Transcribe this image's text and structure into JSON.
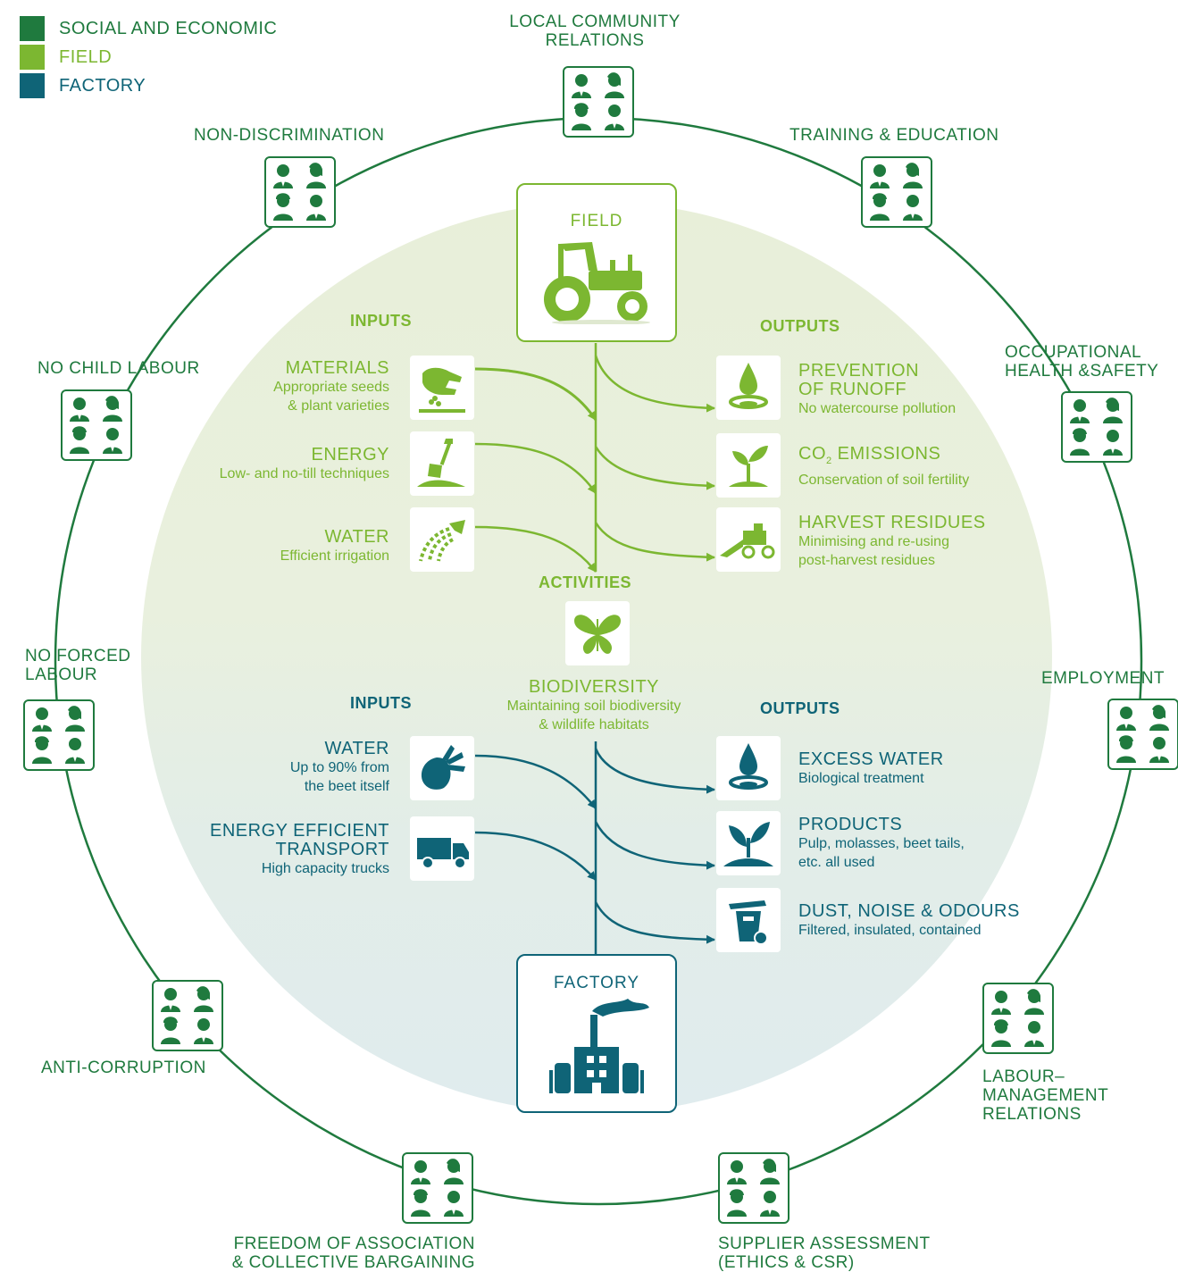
{
  "legend": [
    {
      "label": "SOCIAL AND ECONOMIC",
      "color": "#1f7a3e"
    },
    {
      "label": "FIELD",
      "color": "#7cb731"
    },
    {
      "label": "FACTORY",
      "color": "#0f6477"
    }
  ],
  "social_ring": {
    "icon": "people-group-icon",
    "items": [
      {
        "lines": [
          "LOCAL COMMUNITY",
          "RELATIONS"
        ]
      },
      {
        "lines": [
          "TRAINING & EDUCATION"
        ]
      },
      {
        "lines": [
          "OCCUPATIONAL",
          "HEALTH &SAFETY"
        ]
      },
      {
        "lines": [
          "EMPLOYMENT"
        ]
      },
      {
        "lines": [
          "LABOUR–",
          "MANAGEMENT",
          "RELATIONS"
        ]
      },
      {
        "lines": [
          "SUPPLIER ASSESSMENT",
          "(ETHICS & CSR)"
        ]
      },
      {
        "lines": [
          "FREEDOM OF ASSOCIATION",
          "& COLLECTIVE BARGAINING"
        ]
      },
      {
        "lines": [
          "ANTI-CORRUPTION"
        ]
      },
      {
        "lines": [
          "NO FORCED",
          "LABOUR"
        ]
      },
      {
        "lines": [
          "NO CHILD LABOUR"
        ]
      },
      {
        "lines": [
          "NON-DISCRIMINATION"
        ]
      }
    ]
  },
  "field": {
    "hub_title": "FIELD",
    "hub_icon": "tractor-icon",
    "inputs_heading": "INPUTS",
    "outputs_heading": "OUTPUTS",
    "inputs": [
      {
        "title": "MATERIALS",
        "sub": [
          "Appropriate seeds",
          "& plant varieties"
        ],
        "icon": "hand-seeds-icon"
      },
      {
        "title": "ENERGY",
        "sub": [
          "Low- and no-till techniques"
        ],
        "icon": "shovel-icon"
      },
      {
        "title": "WATER",
        "sub": [
          "Efficient irrigation"
        ],
        "icon": "irrigation-icon"
      }
    ],
    "outputs": [
      {
        "title": [
          "PREVENTION",
          "OF RUNOFF"
        ],
        "sub": [
          "No watercourse pollution"
        ],
        "icon": "water-drop-icon"
      },
      {
        "title_main": "CO",
        "title_subscript": "2",
        "title_rest": " EMISSIONS",
        "sub": [
          "Conservation of soil fertility"
        ],
        "icon": "sprout-icon"
      },
      {
        "title": [
          "HARVEST RESIDUES"
        ],
        "sub": [
          "Minimising and re-using",
          "post-harvest residues"
        ],
        "icon": "harvester-icon"
      }
    ]
  },
  "activities": {
    "heading": "ACTIVITIES",
    "title": "BIODIVERSITY",
    "sub": [
      "Maintaining soil biodiversity",
      "& wildlife habitats"
    ],
    "icon": "butterfly-icon"
  },
  "factory": {
    "hub_title": "FACTORY",
    "hub_icon": "factory-icon",
    "inputs_heading": "INPUTS",
    "outputs_heading": "OUTPUTS",
    "inputs": [
      {
        "title": [
          "WATER"
        ],
        "sub": [
          "Up to 90% from",
          "the beet itself"
        ],
        "icon": "beet-icon"
      },
      {
        "title": [
          "ENERGY EFFICIENT",
          "TRANSPORT"
        ],
        "sub": [
          "High capacity trucks"
        ],
        "icon": "truck-icon"
      }
    ],
    "outputs": [
      {
        "title": [
          "EXCESS WATER"
        ],
        "sub": [
          "Biological treatment"
        ],
        "icon": "water-drop-icon"
      },
      {
        "title": [
          "PRODUCTS"
        ],
        "sub": [
          "Pulp, molasses, beet tails,",
          "etc. all used"
        ],
        "icon": "plant-icon"
      },
      {
        "title": [
          "DUST, NOISE & ODOURS"
        ],
        "sub": [
          "Filtered, insulated, contained"
        ],
        "icon": "bin-icon"
      }
    ]
  }
}
